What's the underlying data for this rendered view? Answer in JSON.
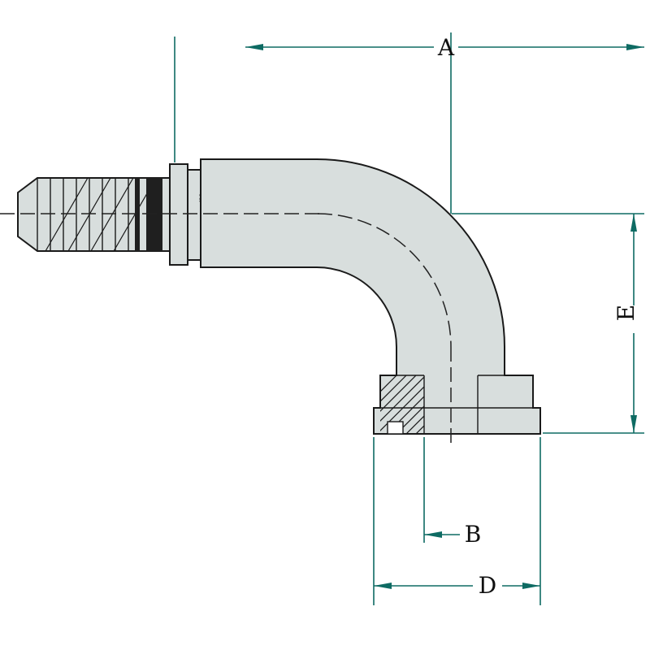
{
  "labels": {
    "dim_a": "A",
    "dim_b": "B",
    "dim_d": "D",
    "dim_e": "E"
  },
  "marks": {
    "body_mark": "m"
  },
  "colors": {
    "dimension_line": "#0e6b63",
    "drawing_outline": "#1a1a1a",
    "body_fill": "#d8dedd",
    "band_fill": "#1f1f1f",
    "centerline": "#222222",
    "label_text": "#101010",
    "background": "#ffffff"
  }
}
